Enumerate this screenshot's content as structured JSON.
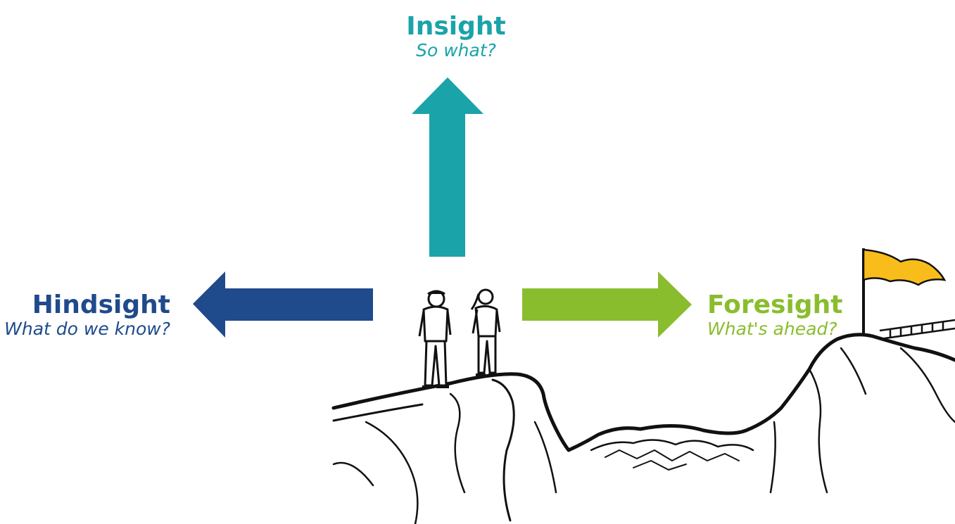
{
  "colors": {
    "insight": "#1aa3a8",
    "hindsight": "#1f4a8c",
    "foresight": "#8abd2e",
    "flag": "#f9bd1b",
    "ink": "#111111"
  },
  "insight": {
    "title": "Insight",
    "subtitle": "So what?"
  },
  "hindsight": {
    "title": "Hindsight",
    "subtitle": "What do we know?"
  },
  "foresight": {
    "title": "Foresight",
    "subtitle": "What's ahead?"
  }
}
